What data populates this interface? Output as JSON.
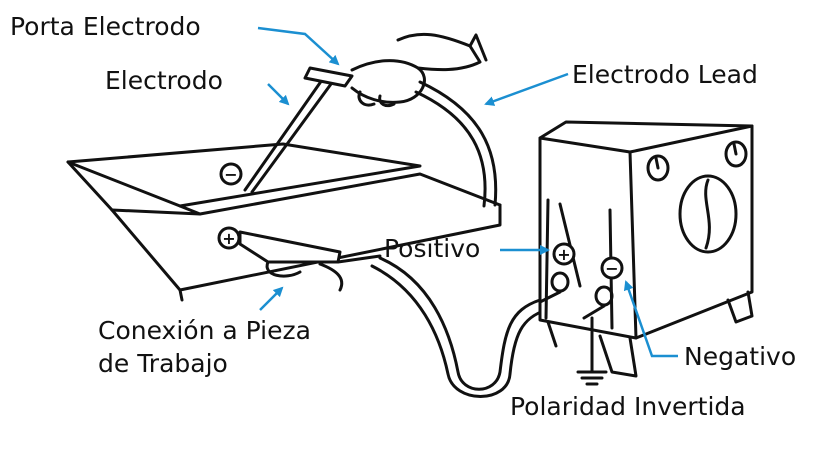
{
  "labels": {
    "porta_electrodo": "Porta Electrodo",
    "electrodo": "Electrodo",
    "electrodo_lead": "Electrodo Lead",
    "positivo": "Positivo",
    "conexion_line1": "Conexión a Pieza",
    "conexion_line2": "de Trabajo",
    "negativo": "Negativo",
    "polaridad": "Polaridad Invertida"
  },
  "symbols": {
    "minus": "−",
    "plus": "+"
  },
  "colors": {
    "arrow": "#1b8fd1",
    "line": "#111111",
    "background": "#ffffff"
  }
}
